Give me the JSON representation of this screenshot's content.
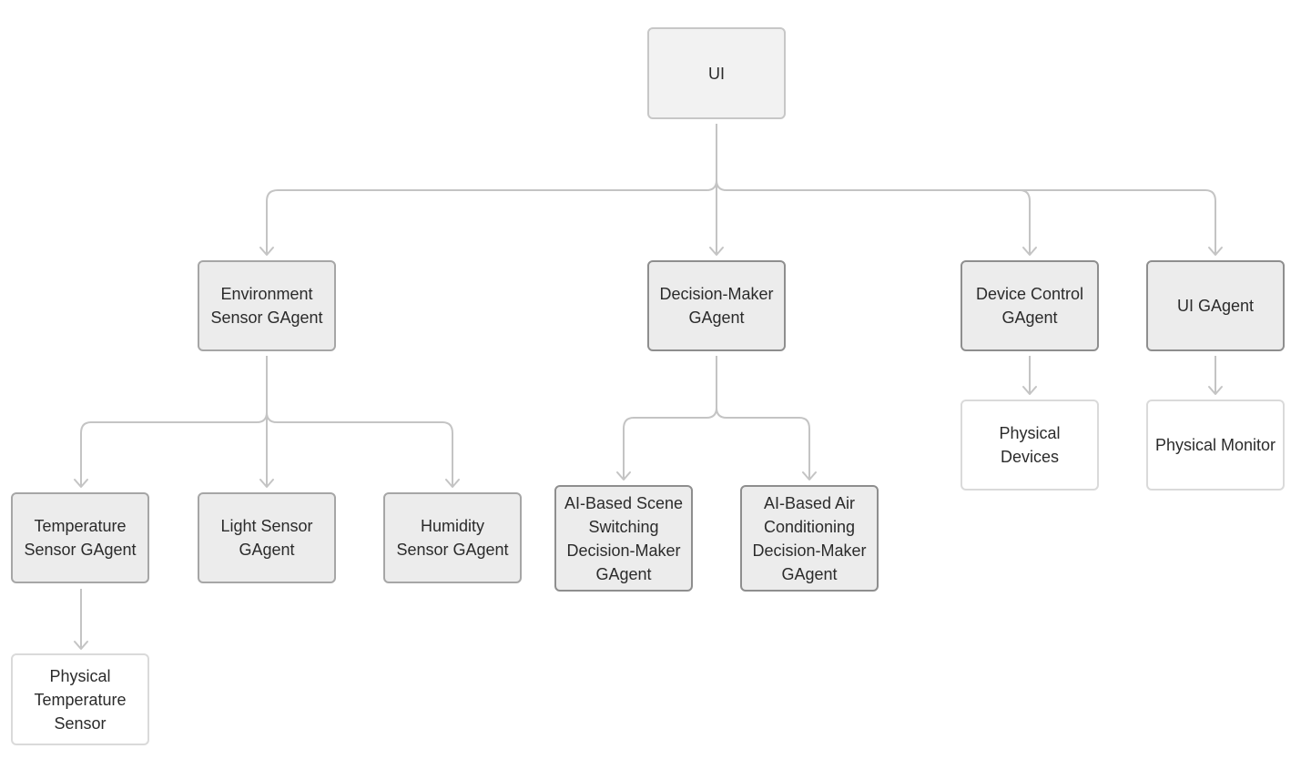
{
  "nodes": {
    "ui": "UI",
    "env_sensor": "Environment\nSensor GAgent",
    "decision_maker": "Decision-Maker\nGAgent",
    "device_control": "Device Control\nGAgent",
    "ui_gagent": "UI GAgent",
    "temp_sensor": "Temperature\nSensor GAgent",
    "light_sensor": "Light Sensor\nGAgent",
    "humidity_sensor": "Humidity\nSensor GAgent",
    "ai_scene": "AI-Based Scene\nSwitching\nDecision-Maker\nGAgent",
    "ai_air": "AI-Based Air\nConditioning\nDecision-Maker\nGAgent",
    "physical_devices": "Physical Devices",
    "physical_monitor": "Physical Monitor",
    "physical_temp": "Physical\nTemperature\nSensor"
  },
  "edges": [
    {
      "from": "UI",
      "to": "Environment Sensor GAgent"
    },
    {
      "from": "UI",
      "to": "Decision-Maker GAgent"
    },
    {
      "from": "UI",
      "to": "Device Control GAgent"
    },
    {
      "from": "UI",
      "to": "UI GAgent"
    },
    {
      "from": "Environment Sensor GAgent",
      "to": "Temperature Sensor GAgent"
    },
    {
      "from": "Environment Sensor GAgent",
      "to": "Light Sensor GAgent"
    },
    {
      "from": "Environment Sensor GAgent",
      "to": "Humidity Sensor GAgent"
    },
    {
      "from": "Decision-Maker GAgent",
      "to": "AI-Based Scene Switching Decision-Maker GAgent"
    },
    {
      "from": "Decision-Maker GAgent",
      "to": "AI-Based Air Conditioning Decision-Maker GAgent"
    },
    {
      "from": "Device Control GAgent",
      "to": "Physical Devices"
    },
    {
      "from": "UI GAgent",
      "to": "Physical Monitor"
    },
    {
      "from": "Temperature Sensor GAgent",
      "to": "Physical Temperature Sensor"
    }
  ],
  "colors": {
    "connector": "#c4c4c4",
    "agent_fill": "#ececec",
    "agent_border": "#a6a6a6",
    "physical_border": "#dadada",
    "root_fill": "#f2f2f2"
  }
}
